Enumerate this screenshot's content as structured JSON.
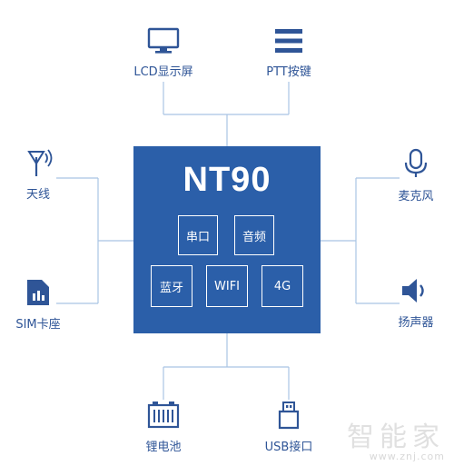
{
  "chip": {
    "title": "NT90",
    "modules": [
      "串口",
      "音频",
      "蓝牙",
      "WIFI",
      "4G"
    ]
  },
  "top": {
    "lcd": "LCD显示屏",
    "ptt": "PTT按键"
  },
  "left": {
    "antenna": "天线",
    "sim": "SIM卡座"
  },
  "right": {
    "mic": "麦克风",
    "speaker": "扬声器"
  },
  "bottom": {
    "battery": "锂电池",
    "usb": "USB接口"
  },
  "watermark": {
    "brand": "智能家",
    "url": "www.znj.com"
  },
  "colors": {
    "chip": "#2b5fa9",
    "line": "#a9c4e4",
    "icon": "#2f5597"
  }
}
